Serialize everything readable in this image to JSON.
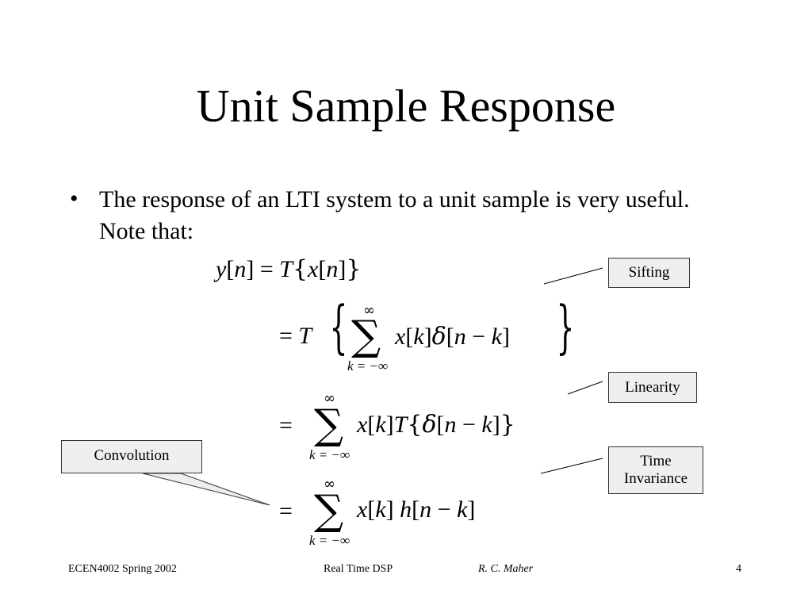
{
  "slide": {
    "title": "Unit Sample Response",
    "bullet": "The response of an LTI system to a unit sample is very useful. Note that:",
    "bullet_symbol": "•"
  },
  "equations": {
    "line1": {
      "lhs": "y[n] = T{x[n]}"
    },
    "line2": {
      "text": "= T{ Σ x[k]δ[n − k] }",
      "sum_upper": "∞",
      "sum_lower": "k = −∞"
    },
    "line3": {
      "text": "= Σ x[k]T{δ[n − k]}",
      "sum_upper": "∞",
      "sum_lower": "k = −∞"
    },
    "line4": {
      "text": "= Σ x[k] h[n − k]",
      "sum_upper": "∞",
      "sum_lower": "k = −∞"
    }
  },
  "callouts": {
    "sifting": "Sifting",
    "linearity": "Linearity",
    "time_invariance_line1": "Time",
    "time_invariance_line2": "Invariance",
    "convolution": "Convolution"
  },
  "footer": {
    "course": "ECEN4002 Spring 2002",
    "subject": "Real Time DSP",
    "author": "R. C. Maher",
    "page": "4"
  },
  "colors": {
    "callout_fill": "#efefef",
    "callout_border": "#333333",
    "text": "#000000"
  }
}
